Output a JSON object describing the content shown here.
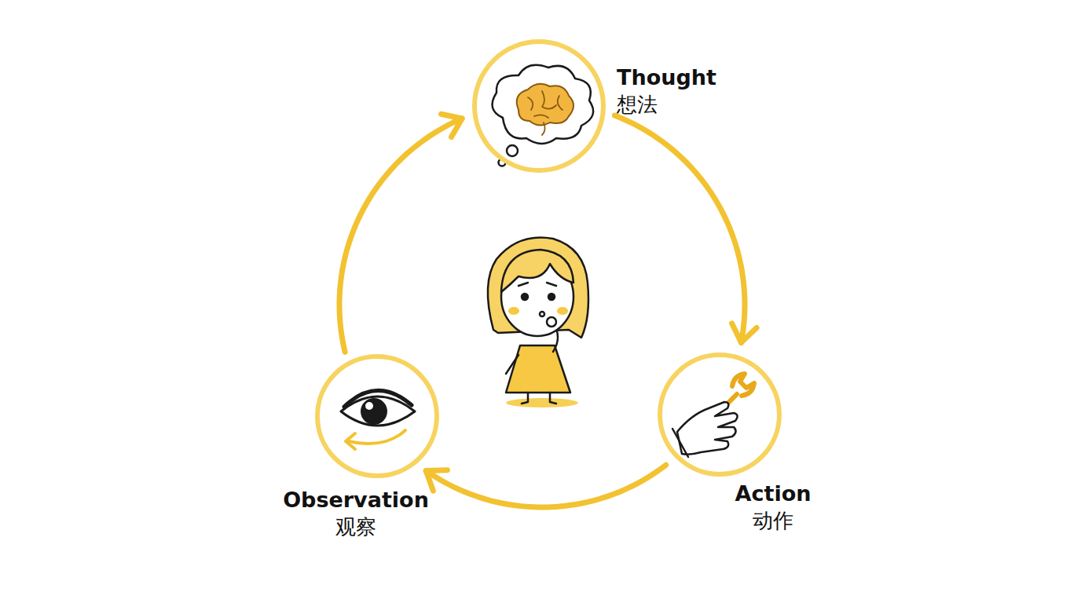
{
  "diagram": {
    "nodes": [
      {
        "text": [
          "Thought",
          "想法"
        ]
      },
      {
        "text": [
          "Action",
          "动作"
        ]
      },
      {
        "text": [
          "Observation",
          "观察"
        ]
      }
    ],
    "edges": [
      {
        "from": 0,
        "to": 1,
        "arrow": "to"
      },
      {
        "from": 1,
        "to": 2,
        "arrow": "to"
      },
      {
        "from": 2,
        "to": 0,
        "arrow": "to"
      }
    ]
  }
}
